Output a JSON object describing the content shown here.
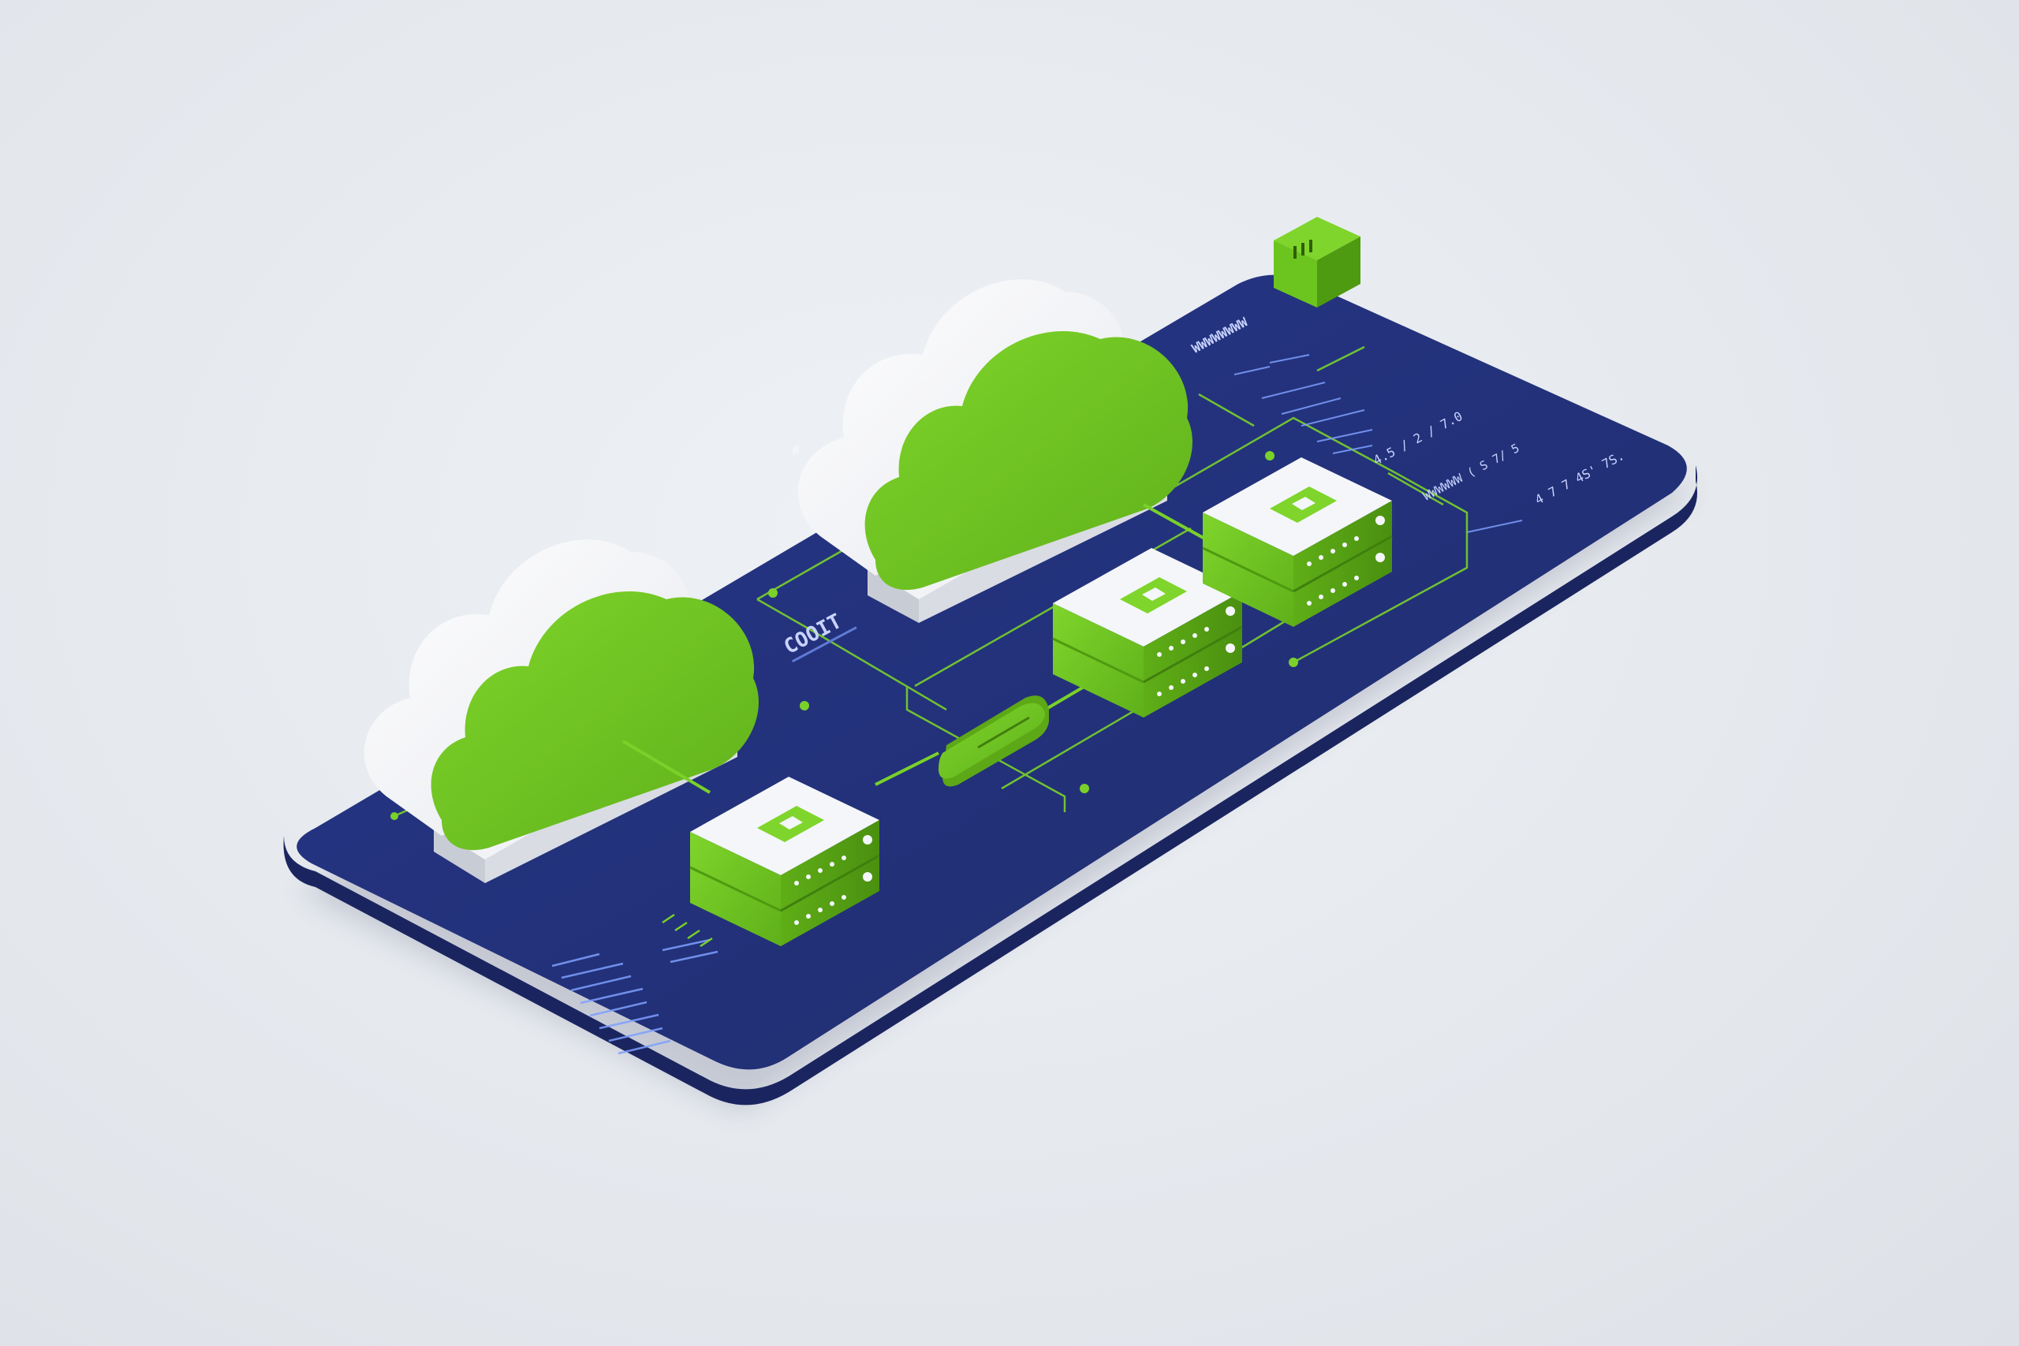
{
  "colors": {
    "background": "#e6e9ee",
    "board_top": "#233377",
    "board_edge": "#1a2560",
    "accent_green": "#6cc51f",
    "green_dark": "#4e9a10",
    "white": "#f7f8fa",
    "trace": "#7ad12a",
    "text_light": "#c9d3ff"
  },
  "board": {
    "label_code": "COOIT",
    "label_top_right": "WWWWWWWW",
    "readout_1": "4.5 / 2 / 7.0",
    "readout_2": "WWWWWW  ( S 7/ 5",
    "readout_3": "4 7 7 4S' 7S."
  },
  "icons": {
    "cloud_left": "cloud-icon",
    "cloud_right": "cloud-icon",
    "server_front": "server-icon",
    "server_mid": "server-icon",
    "server_back": "server-icon",
    "router_chip": "router-icon",
    "menu_box": "menu-icon"
  }
}
